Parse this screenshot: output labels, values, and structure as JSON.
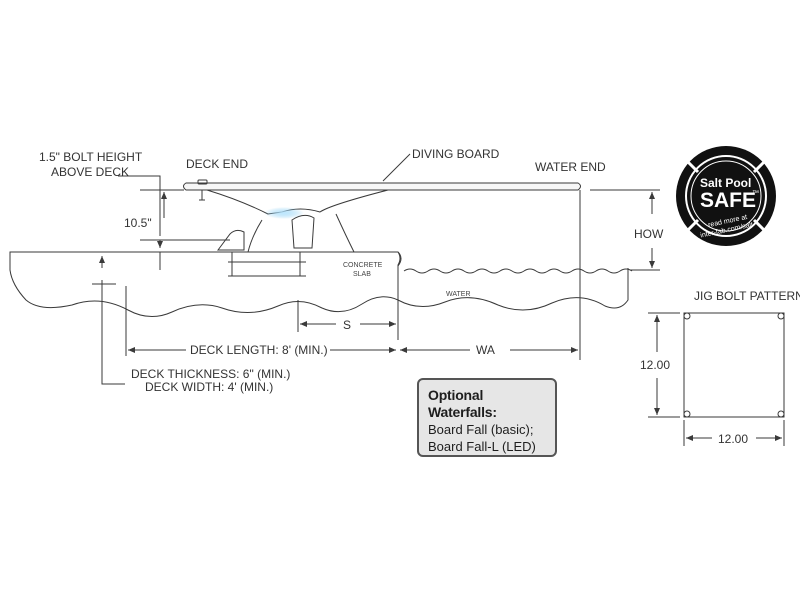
{
  "labels": {
    "bolt_height_line1": "1.5\" BOLT HEIGHT",
    "bolt_height_line2": "ABOVE DECK",
    "deck_end": "DECK END",
    "diving_board": "DIVING BOARD",
    "water_end": "WATER END",
    "dim_10_5": "10.5\"",
    "how": "HOW",
    "concrete_line1": "CONCRETE",
    "concrete_line2": "SLAB",
    "water": "WATER",
    "s": "S",
    "deck_length": "DECK LENGTH: 8' (MIN.)",
    "wa": "WA",
    "deck_thickness": "DECK THICKNESS: 6\" (MIN.)",
    "deck_width": "DECK WIDTH: 4' (MIN.)"
  },
  "note": {
    "title": "Optional Waterfalls:",
    "line1": "Board Fall (basic);",
    "line2": "Board Fall-L (LED)"
  },
  "badge": {
    "line1": "Salt Pool",
    "line2": "SAFE",
    "tm": "™",
    "line3": "read more at",
    "line4": "inter-fab.com/salt"
  },
  "jig": {
    "title": "JIG BOLT PATTERN",
    "height": "12.00",
    "width": "12.00"
  },
  "colors": {
    "line": "#3a3a3a",
    "badge": "#111111",
    "note_fill": "#e6e6e6",
    "led": "#7ec8f0"
  }
}
